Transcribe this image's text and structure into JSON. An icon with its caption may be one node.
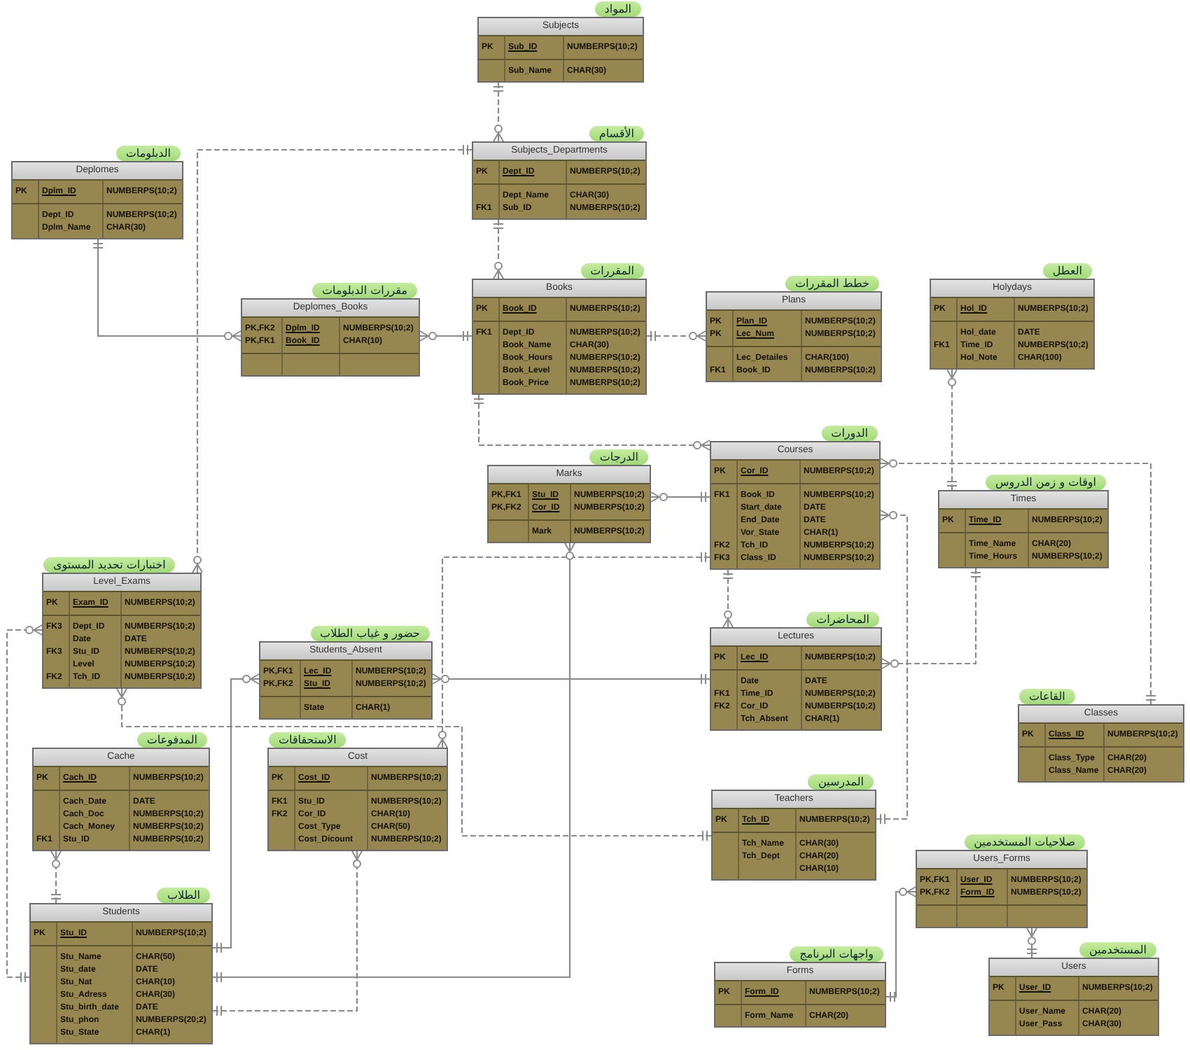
{
  "diagram": {
    "nodes": [
      {
        "text": [
          "المواد",
          "Subjects",
          "PK",
          "Sub_ID",
          "NUMBERPS(10;2)",
          "Sub_Name",
          "CHAR(30)"
        ]
      },
      {
        "text": [
          "الأقسام",
          "Subjects_Departments",
          "PK",
          "Dept_ID",
          "NUMBERPS(10;2)",
          "FK1",
          "Dept_Name Sub_ID",
          "CHAR(30) NUMBERPS(10;2)"
        ]
      },
      {
        "text": [
          "الدبلومات",
          "Deplomes",
          "PK",
          "Dplm_ID",
          "NUMBERPS(10;2)",
          "Dept_ID Dplm_Name",
          "NUMBERPS(10;2) CHAR(30)"
        ]
      },
      {
        "text": [
          "مقررات الدبلومات",
          "Deplomes_Books",
          "PK,FK2 PK,FK1",
          "Dplm_ID Book_ID",
          "NUMBERPS(10;2) CHAR(10)"
        ]
      },
      {
        "text": [
          "المقررات",
          "Books",
          "PK",
          "Book_ID",
          "NUMBERPS(10;2)",
          "FK1",
          "Dept_ID Book_Name Book_Hours Book_Level Book_Price",
          "NUMBERPS(10;2) CHAR(30) NUMBERPS(10;2) NUMBERPS(10;2) NUMBERPS(10;2)"
        ]
      },
      {
        "text": [
          "خطط المقررات",
          "Plans",
          "PK PK",
          "Plan_ID Lec_Num",
          "NUMBERPS(10;2) NUMBERPS(10;2)",
          "FK1",
          "Lec_Detailes Book_ID",
          "CHAR(100) NUMBERPS(10;2)"
        ]
      },
      {
        "text": [
          "العطل",
          "Holydays",
          "PK",
          "Hol_ID",
          "NUMBERPS(10;2)",
          "FK1",
          "Hol_date Time_ID Hol_Note",
          "DATE NUMBERPS(10;2) CHAR(100)"
        ]
      },
      {
        "text": [
          "الدورات",
          "Courses",
          "PK",
          "Cor_ID",
          "NUMBERPS(10;2)",
          "FK1",
          "FK2 FK3",
          "Book_ID Start_date End_Date Vor_State Tch_ID Class_ID",
          "NUMBERPS(10;2) DATE DATE CHAR(1) NUMBERPS(10;2) NUMBERPS(10;2)"
        ]
      },
      {
        "text": [
          "الدرجات",
          "Marks",
          "PK,FK1 PK,FK2",
          "Stu_ID Cor_ID",
          "NUMBERPS(10;2) NUMBERPS(10;2)",
          "Mark",
          "NUMBERPS(10;2)"
        ]
      },
      {
        "text": [
          "اوقات و زمن الدروس",
          "Times",
          "PK",
          "Time_ID",
          "NUMBERPS(10;2)",
          "Time_Name Time_Hours",
          "CHAR(20) NUMBERPS(10;2)"
        ]
      },
      {
        "text": [
          "اختبارات تحديد المستوى",
          "Level_Exams",
          "PK",
          "Exam_ID",
          "NUMBERPS(10;2)",
          "FK3",
          "FK3",
          "FK2",
          "Dept_ID Date Stu_ID Level Tch_ID",
          "NUMBERPS(10;2) DATE NUMBERPS(10;2) NUMBERPS(10;2) NUMBERPS(10;2)"
        ]
      },
      {
        "text": [
          "حضور و غياب الطلاب",
          "Students_Absent",
          "PK,FK1 PK,FK2",
          "Lec_ID Stu_ID",
          "NUMBERPS(10;2) NUMBERPS(10;2)",
          "State",
          "CHAR(1)"
        ]
      },
      {
        "text": [
          "المحاضرات",
          "Lectures",
          "PK",
          "Lec_ID",
          "NUMBERPS(10;2)",
          "FK1 FK2",
          "Date Time_ID Cor_ID Tch_Absent",
          "DATE NUMBERPS(10;2) NUMBERPS(10;2) CHAR(1)"
        ]
      },
      {
        "text": [
          "القاعات",
          "Classes",
          "PK",
          "Class_ID",
          "NUMBERPS(10;2)",
          "Class_Type Class_Name",
          "CHAR(20) CHAR(20)"
        ]
      },
      {
        "text": [
          "المدفوعات",
          "Cache",
          "PK",
          "Cach_ID",
          "NUMBERPS(10;2)",
          "FK1",
          "Cach_Date Cach_Doc Cach_Money Stu_ID",
          "DATE NUMBERPS(10;2) NUMBERPS(10;2) NUMBERPS(10;2)"
        ]
      },
      {
        "text": [
          "الاستحقاقات",
          "Cost",
          "PK",
          "Cost_ID",
          "NUMBERPS(10;2)",
          "FK1 FK2",
          "Stu_ID Cor_ID Cost_Type Cost_Dicount",
          "NUMBERPS(10;2) CHAR(10) CHAR(50) NUMBERPS(10;2)"
        ]
      },
      {
        "text": [
          "المدرسين",
          "Teachers",
          "PK",
          "Tch_ID",
          "NUMBERPS(10;2)",
          "Tch_Name Tch_Dept",
          "CHAR(30) CHAR(20) CHAR(10)"
        ]
      },
      {
        "text": [
          "صلاحيات المستخدمين",
          "Users_Forms",
          "PK,FK1 PK,FK2",
          "User_ID Form_ID",
          "NUMBERPS(10;2) NUMBERPS(10;2)"
        ]
      },
      {
        "text": [
          "الطلاب",
          "Students",
          "PK",
          "Stu_ID",
          "NUMBERPS(10;2)",
          "Stu_Name Stu_date Stu_Nat Stu_Adress Stu_birth_date Stu_phon Stu_State",
          "CHAR(50) DATE CHAR(10) CHAR(30) DATE NUMBERPS(20;2) CHAR(1)"
        ]
      },
      {
        "text": [
          "واجهات البرنامج",
          "Forms",
          "PK",
          "Form_ID",
          "NUMBERPS(10;2)",
          "Form_Name",
          "CHAR(20)"
        ]
      },
      {
        "text": [
          "المستخدمين",
          "Users",
          "PK",
          "User_ID",
          "NUMBERPS(10;2)",
          "User_Name User_Pass",
          "CHAR(20) CHAR(30)"
        ]
      }
    ],
    "edges": [
      {
        "from": 0,
        "to": 1,
        "arrow": "other",
        "style": "dashed"
      },
      {
        "from": 1,
        "to": 4,
        "arrow": "other",
        "style": "dashed"
      },
      {
        "from": 1,
        "to": 10,
        "arrow": "other",
        "style": "dashed"
      },
      {
        "from": 2,
        "to": 3,
        "arrow": "other"
      },
      {
        "from": 4,
        "to": 3,
        "arrow": "other"
      },
      {
        "from": 4,
        "to": 5,
        "arrow": "other",
        "style": "dashed"
      },
      {
        "from": 4,
        "to": 7,
        "arrow": "other",
        "style": "dashed"
      },
      {
        "from": 7,
        "to": 8,
        "arrow": "other"
      },
      {
        "from": 9,
        "to": 6,
        "arrow": "other",
        "style": "dashed"
      },
      {
        "from": 13,
        "to": 7,
        "arrow": "other",
        "style": "dashed"
      },
      {
        "from": 16,
        "to": 7,
        "arrow": "other",
        "style": "dashed"
      },
      {
        "from": 9,
        "to": 12,
        "arrow": "other",
        "style": "dashed"
      },
      {
        "from": 7,
        "to": 12,
        "arrow": "other",
        "style": "dashed"
      },
      {
        "from": 7,
        "to": 15,
        "arrow": "other",
        "style": "dashed"
      },
      {
        "from": 12,
        "to": 11,
        "arrow": "other"
      },
      {
        "from": 18,
        "to": 11,
        "arrow": "other"
      },
      {
        "from": 18,
        "to": 8,
        "arrow": "other"
      },
      {
        "from": 18,
        "to": 15,
        "arrow": "other",
        "style": "dashed"
      },
      {
        "from": 18,
        "to": 14,
        "arrow": "other",
        "style": "dashed"
      },
      {
        "from": 16,
        "to": 10,
        "arrow": "other",
        "style": "dashed"
      },
      {
        "from": 18,
        "to": 10,
        "arrow": "other",
        "style": "dashed"
      },
      {
        "from": 19,
        "to": 17,
        "arrow": "other"
      },
      {
        "from": 20,
        "to": 17,
        "arrow": "other"
      }
    ]
  }
}
